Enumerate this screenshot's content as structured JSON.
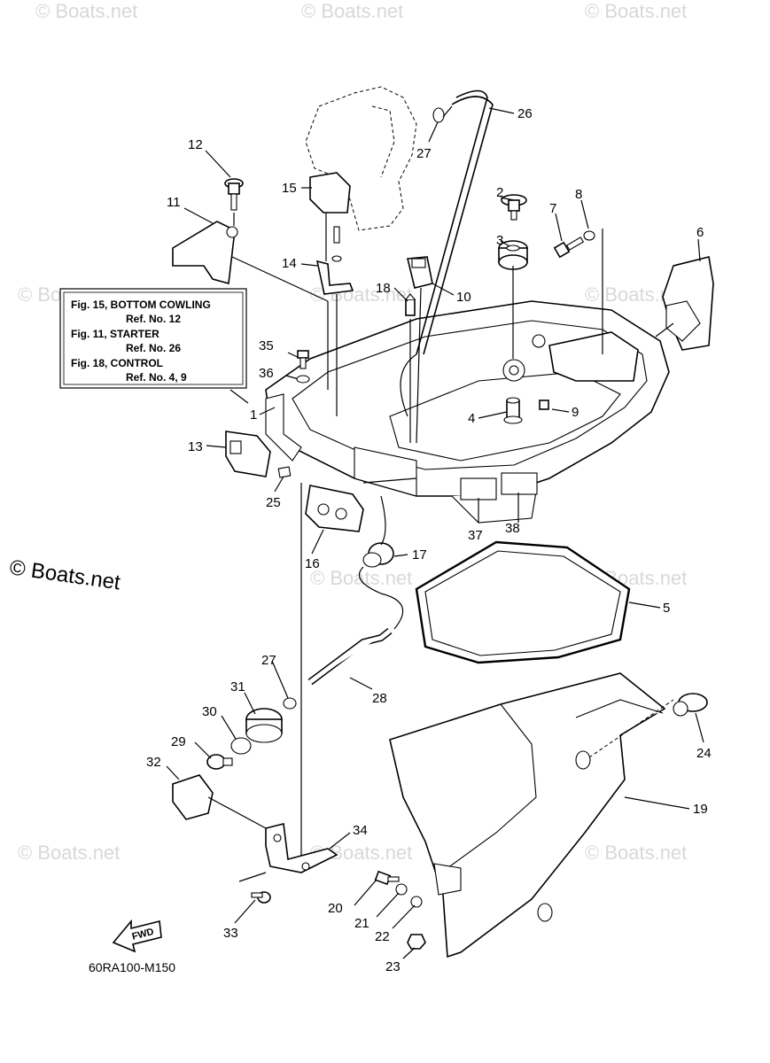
{
  "watermark": "© Boats.net",
  "reference_box": {
    "lines": [
      "Fig. 15, BOTTOM COWLING",
      "Ref. No. 12",
      "Fig. 11, STARTER",
      "Ref. No. 26",
      "Fig. 18, CONTROL",
      "Ref. No. 4, 9"
    ]
  },
  "callouts": [
    "1",
    "2",
    "3",
    "4",
    "5",
    "6",
    "7",
    "8",
    "9",
    "10",
    "11",
    "12",
    "13",
    "14",
    "15",
    "16",
    "17",
    "18",
    "19",
    "20",
    "21",
    "22",
    "23",
    "24",
    "25",
    "26",
    "27",
    "28",
    "29",
    "30",
    "31",
    "32",
    "33",
    "34",
    "35",
    "36",
    "37",
    "38",
    "27"
  ],
  "fwd_label": "FWD",
  "diagram_code": "60RA100-M150"
}
